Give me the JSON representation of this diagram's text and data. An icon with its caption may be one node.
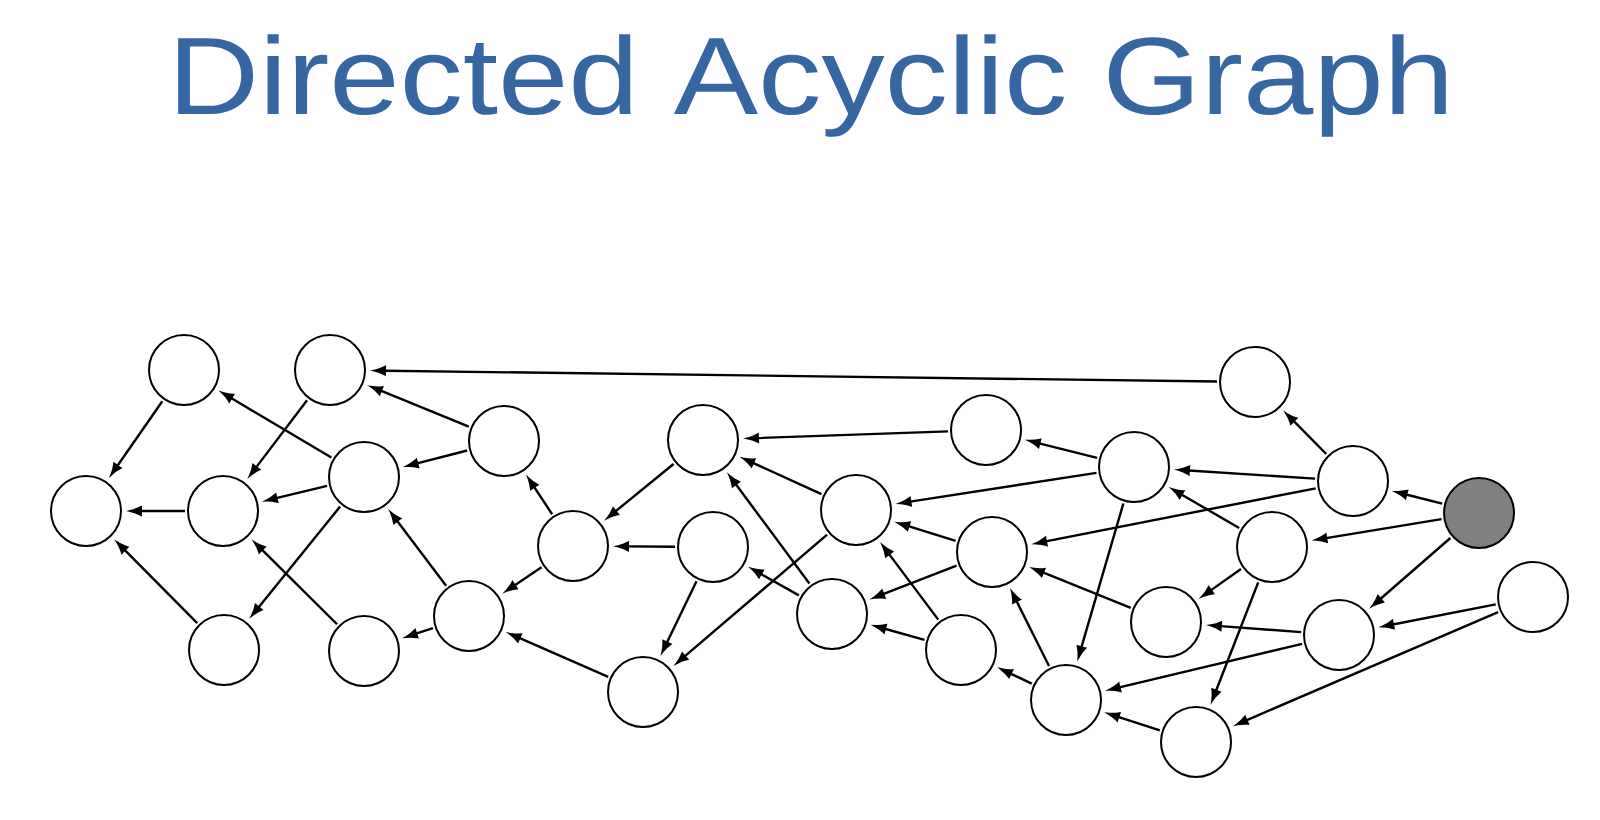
{
  "diagram": {
    "title": "Directed Acyclic Graph",
    "nodes": [
      {
        "text": [],
        "shape": "circle"
      },
      {
        "text": [],
        "shape": "circle"
      },
      {
        "text": [],
        "shape": "circle"
      },
      {
        "text": [],
        "shape": "circle"
      },
      {
        "text": [],
        "shape": "circle"
      },
      {
        "text": [],
        "shape": "circle"
      },
      {
        "text": [],
        "shape": "circle"
      },
      {
        "text": [],
        "shape": "circle"
      },
      {
        "text": [],
        "shape": "circle"
      },
      {
        "text": [],
        "shape": "circle"
      },
      {
        "text": [],
        "shape": "circle"
      },
      {
        "text": [],
        "shape": "circle"
      },
      {
        "text": [],
        "shape": "circle"
      },
      {
        "text": [],
        "shape": "circle"
      },
      {
        "text": [],
        "shape": "circle"
      },
      {
        "text": [],
        "shape": "circle"
      },
      {
        "text": [],
        "shape": "circle"
      },
      {
        "text": [],
        "shape": "circle"
      },
      {
        "text": [],
        "shape": "circle"
      },
      {
        "text": [],
        "shape": "circle"
      },
      {
        "text": [],
        "shape": "circle"
      },
      {
        "text": [],
        "shape": "circle"
      },
      {
        "text": [],
        "shape": "circle"
      },
      {
        "text": [],
        "shape": "circle"
      },
      {
        "text": [],
        "shape": "circle"
      },
      {
        "text": [],
        "shape": "circle"
      },
      {
        "text": [],
        "shape": "circle"
      },
      {
        "text": [],
        "shape": "circle"
      }
    ],
    "edges": [
      {
        "from": 1,
        "to": 0,
        "arrow": "to"
      },
      {
        "from": 2,
        "to": 0,
        "arrow": "to"
      },
      {
        "from": 3,
        "to": 0,
        "arrow": "to"
      },
      {
        "from": 4,
        "to": 2,
        "arrow": "to"
      },
      {
        "from": 5,
        "to": 2,
        "arrow": "to"
      },
      {
        "from": 5,
        "to": 1,
        "arrow": "to"
      },
      {
        "from": 5,
        "to": 3,
        "arrow": "to"
      },
      {
        "from": 6,
        "to": 2,
        "arrow": "to"
      },
      {
        "from": 8,
        "to": 4,
        "arrow": "to"
      },
      {
        "from": 8,
        "to": 5,
        "arrow": "to"
      },
      {
        "from": 7,
        "to": 5,
        "arrow": "to"
      },
      {
        "from": 7,
        "to": 6,
        "arrow": "to"
      },
      {
        "from": 22,
        "to": 4,
        "arrow": "to"
      },
      {
        "from": 9,
        "to": 8,
        "arrow": "to"
      },
      {
        "from": 9,
        "to": 7,
        "arrow": "to"
      },
      {
        "from": 11,
        "to": 9,
        "arrow": "to"
      },
      {
        "from": 12,
        "to": 9,
        "arrow": "to"
      },
      {
        "from": 12,
        "to": 10,
        "arrow": "to"
      },
      {
        "from": 10,
        "to": 7,
        "arrow": "to"
      },
      {
        "from": 16,
        "to": 11,
        "arrow": "to"
      },
      {
        "from": 14,
        "to": 11,
        "arrow": "to"
      },
      {
        "from": 13,
        "to": 11,
        "arrow": "to"
      },
      {
        "from": 14,
        "to": 10,
        "arrow": "to"
      },
      {
        "from": 13,
        "to": 12,
        "arrow": "to"
      },
      {
        "from": 19,
        "to": 14,
        "arrow": "to"
      },
      {
        "from": 17,
        "to": 14,
        "arrow": "to"
      },
      {
        "from": 17,
        "to": 13,
        "arrow": "to"
      },
      {
        "from": 15,
        "to": 13,
        "arrow": "to"
      },
      {
        "from": 15,
        "to": 14,
        "arrow": "to"
      },
      {
        "from": 18,
        "to": 17,
        "arrow": "to"
      },
      {
        "from": 18,
        "to": 15,
        "arrow": "to"
      },
      {
        "from": 19,
        "to": 16,
        "arrow": "to"
      },
      {
        "from": 19,
        "to": 18,
        "arrow": "to"
      },
      {
        "from": 25,
        "to": 22,
        "arrow": "to"
      },
      {
        "from": 25,
        "to": 19,
        "arrow": "to"
      },
      {
        "from": 25,
        "to": 17,
        "arrow": "to"
      },
      {
        "from": 26,
        "to": 25,
        "arrow": "to"
      },
      {
        "from": 26,
        "to": 23,
        "arrow": "to"
      },
      {
        "from": 26,
        "to": 24,
        "arrow": "to"
      },
      {
        "from": 23,
        "to": 19,
        "arrow": "to"
      },
      {
        "from": 23,
        "to": 20,
        "arrow": "to"
      },
      {
        "from": 23,
        "to": 21,
        "arrow": "to"
      },
      {
        "from": 20,
        "to": 17,
        "arrow": "to"
      },
      {
        "from": 24,
        "to": 20,
        "arrow": "to"
      },
      {
        "from": 24,
        "to": 18,
        "arrow": "to"
      },
      {
        "from": 27,
        "to": 24,
        "arrow": "to"
      },
      {
        "from": 27,
        "to": 21,
        "arrow": "to"
      },
      {
        "from": 21,
        "to": 18,
        "arrow": "to"
      }
    ]
  }
}
